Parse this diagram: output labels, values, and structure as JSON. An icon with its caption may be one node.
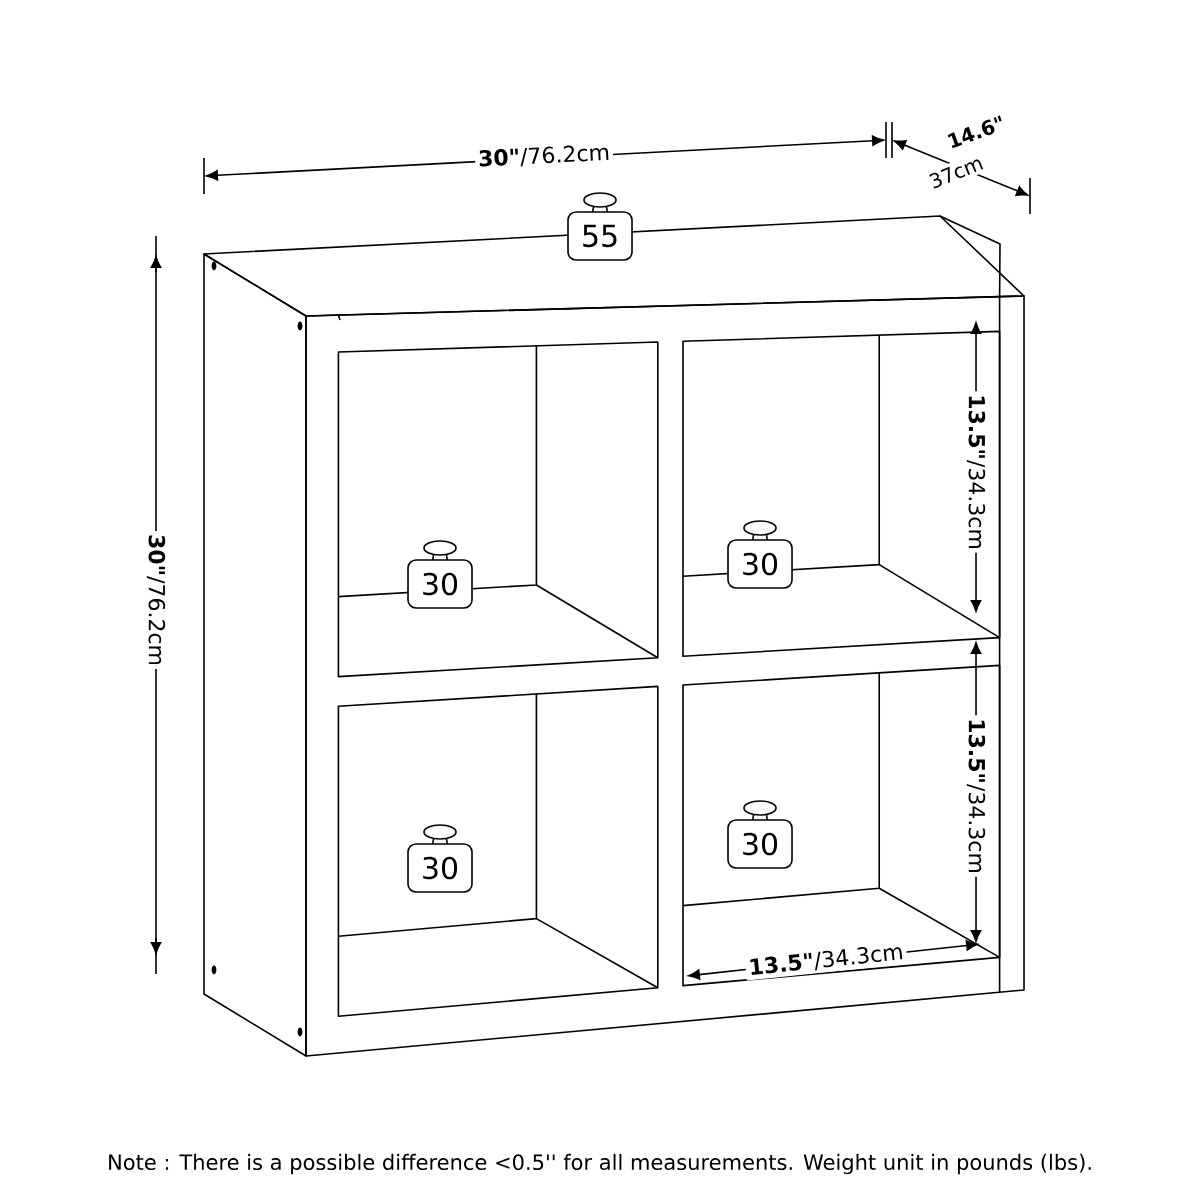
{
  "diagram": {
    "nodes": [
      {
        "text": [
          "55"
        ]
      },
      {
        "text": [
          "30"
        ]
      },
      {
        "text": [
          "30"
        ]
      },
      {
        "text": [
          "30"
        ]
      },
      {
        "text": [
          "30"
        ]
      }
    ],
    "labels": [
      "**30\"**/76.2cm",
      "14.6\"",
      "37cm",
      "**30\"**/76.2cm",
      "**13.5\"**/34.3cm",
      "**13.5\"**/34.3cm",
      "**13.5\"**/34.3cm",
      "Note : There is a possible difference <0.5'' for all measurements. Weight unit in pounds (lbs)."
    ]
  }
}
